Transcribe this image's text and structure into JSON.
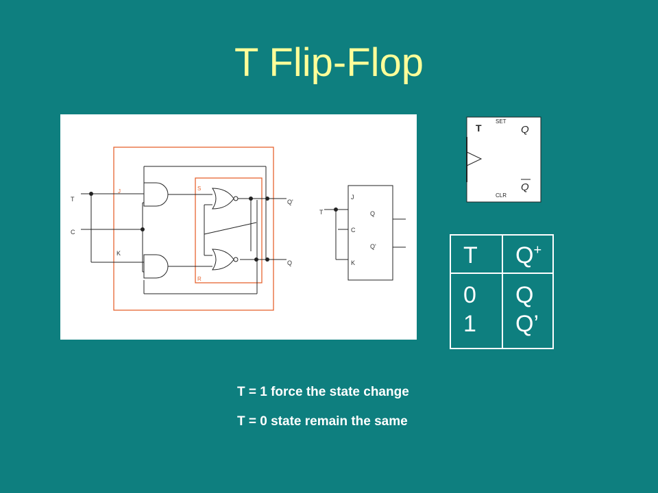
{
  "title": "T Flip-Flop",
  "circuit": {
    "input_labels": [
      "T",
      "C",
      "K"
    ],
    "output_labels": [
      "Q'",
      "Q"
    ],
    "internal_labels": {
      "j": "J",
      "s": "S",
      "r": "R"
    },
    "block": {
      "pins": [
        "T",
        "J",
        "C",
        "K"
      ],
      "outputs": [
        "Q",
        "Q'"
      ]
    }
  },
  "symbol": {
    "set": "SET",
    "clr": "CLR",
    "input": "T",
    "q": "Q",
    "qbar": "Q"
  },
  "truth_table": {
    "headers": [
      "T",
      "Q",
      "+"
    ],
    "col_t": [
      "0",
      "1"
    ],
    "col_q": [
      "Q",
      "Q’"
    ]
  },
  "notes": [
    "T = 1 force the state change",
    "T = 0 state remain the same"
  ],
  "colors": {
    "background": "#0e7f7f",
    "title": "#ffff99",
    "accent": "#e6642f"
  }
}
